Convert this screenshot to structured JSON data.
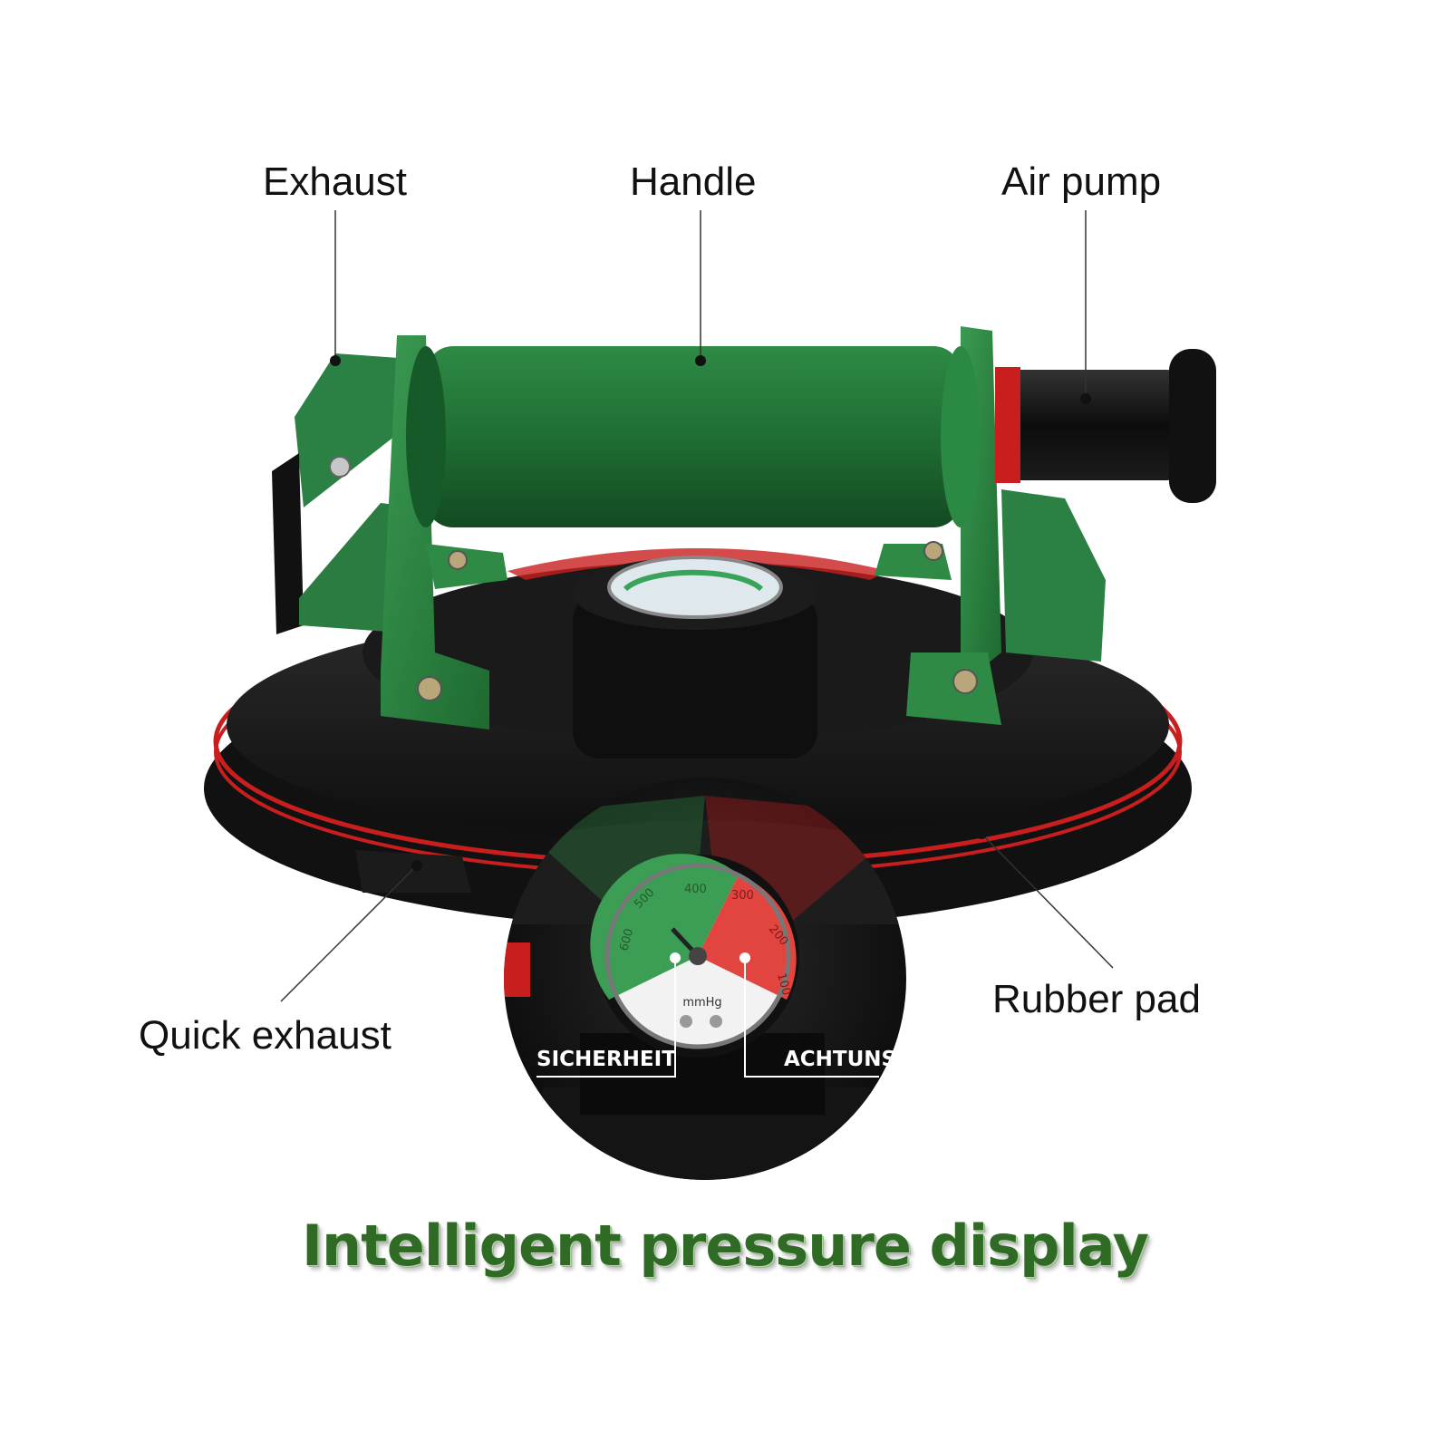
{
  "callouts": {
    "exhaust": "Exhaust",
    "handle": "Handle",
    "air_pump": "Air pump",
    "quick_exhaust": "Quick exhaust",
    "rubber_pad": "Rubber pad"
  },
  "gauge": {
    "scale": [
      "600",
      "500",
      "400",
      "300",
      "200",
      "100"
    ],
    "unit": "mmHg",
    "safe_label": "SICHERHEIT",
    "warning_label": "ACHTUNS"
  },
  "headline": "Intelligent pressure display",
  "colors": {
    "tool_green": "#2e7a3c",
    "grip_green": "#1f6b33",
    "pad_black": "#1a1a1a",
    "seal_red": "#c81e1e",
    "headline_green": "#2f6b25"
  }
}
